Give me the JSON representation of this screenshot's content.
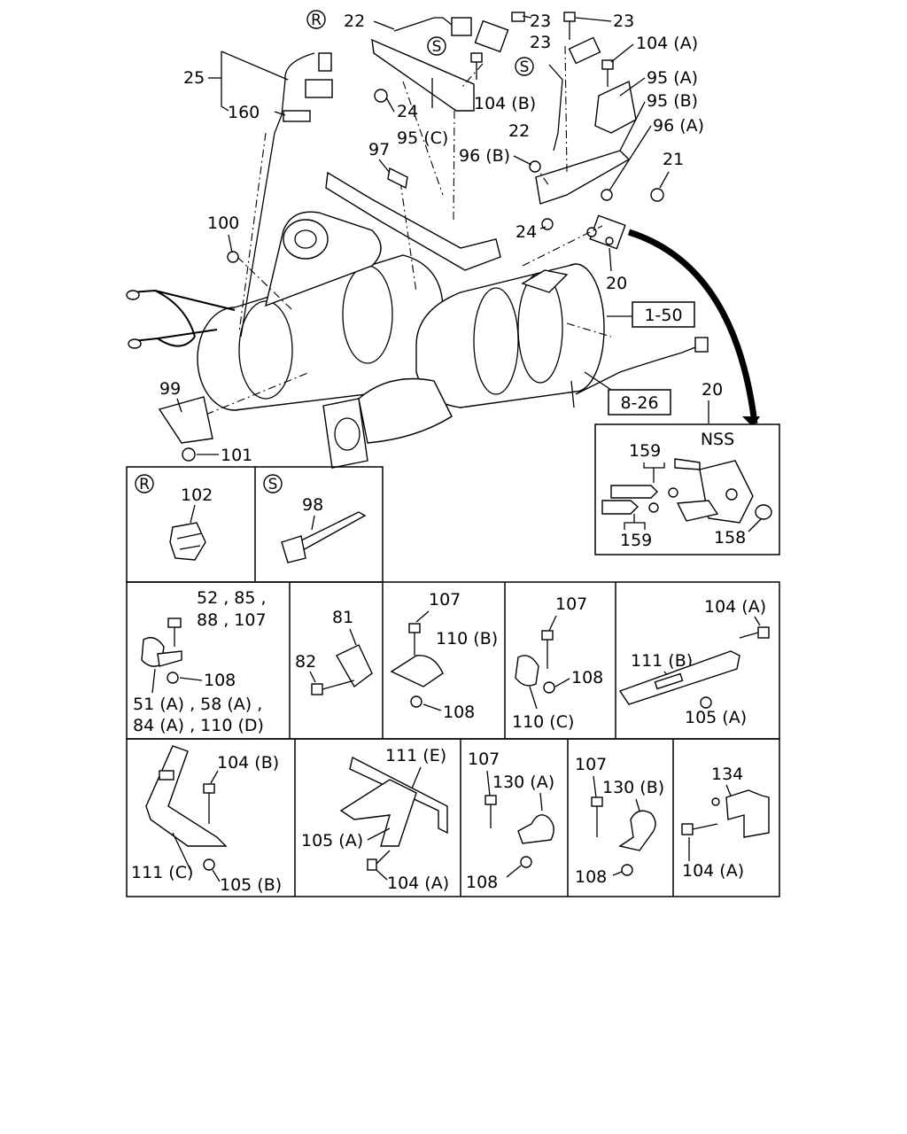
{
  "callouts": {
    "c25": "25",
    "c160": "160",
    "c22a": "22",
    "c22b": "22",
    "c23a": "23",
    "c23b": "23",
    "c104A_top": "104 (A)",
    "c104B_top": "104 (B)",
    "c95A": "95 (A)",
    "c95B": "95 (B)",
    "c95C": "95 (C)",
    "c96A": "96 (A)",
    "c96B": "96 (B)",
    "c24a": "24",
    "c24b": "24",
    "c97": "97",
    "c21": "21",
    "c20a": "20",
    "c20b": "20",
    "c100": "100",
    "c99": "99",
    "c101": "101"
  },
  "circled": {
    "r": "R",
    "s": "S"
  },
  "refs": {
    "ref150": "1-50",
    "ref826": "8-26"
  },
  "nss": {
    "title": "NSS",
    "c159a": "159",
    "c159b": "159",
    "c158": "158"
  },
  "panels": {
    "R": {
      "tag": "R",
      "c102": "102"
    },
    "S": {
      "tag": "S",
      "c98": "98"
    },
    "p1": {
      "top1": "52 , 85 ,",
      "top2": "88 , 107",
      "c108": "108",
      "bot1": "51 (A) , 58 (A) ,",
      "bot2": "84 (A) , 110 (D)"
    },
    "p2": {
      "c81": "81",
      "c82": "82"
    },
    "p3": {
      "c107": "107",
      "c110B": "110 (B)",
      "c108": "108"
    },
    "p4": {
      "c107": "107",
      "c108": "108",
      "c110C": "110 (C)"
    },
    "p5": {
      "c104A": "104 (A)",
      "c111B": "111 (B)",
      "c105A": "105 (A)"
    },
    "p6": {
      "c104B": "104 (B)",
      "c111C": "111 (C)",
      "c105B": "105 (B)"
    },
    "p7": {
      "c111E": "111 (E)",
      "c105A": "105 (A)",
      "c104A": "104 (A)"
    },
    "p8": {
      "c107": "107",
      "c130A": "130 (A)",
      "c108": "108"
    },
    "p9": {
      "c107": "107",
      "c130B": "130 (B)",
      "c108": "108"
    },
    "p10": {
      "c134": "134",
      "c104A": "104 (A)"
    }
  }
}
